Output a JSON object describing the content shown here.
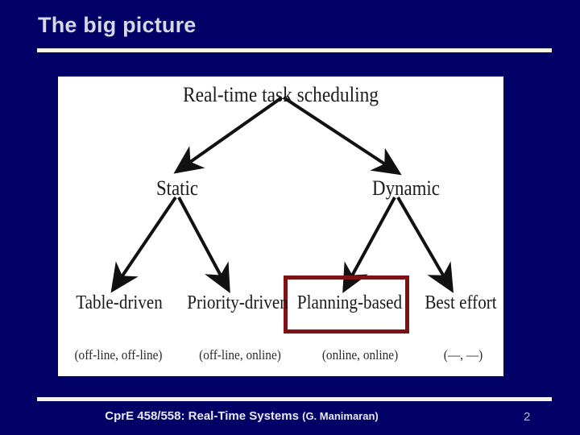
{
  "slide": {
    "title": "The big picture",
    "background_color": "#000066",
    "rule_color": "#f7f4e2",
    "title_color": "#d7d7e8"
  },
  "diagram": {
    "panel_background": "#ffffff",
    "highlight_color": "#7d1114",
    "root": {
      "label": "Real-time task scheduling"
    },
    "level1": [
      {
        "label": "Static"
      },
      {
        "label": "Dynamic"
      }
    ],
    "leaves": [
      {
        "label": "Table-driven",
        "note": "(off-line, off-line)",
        "highlighted": false
      },
      {
        "label": "Priority-driven",
        "note": "(off-line, online)",
        "highlighted": false
      },
      {
        "label": "Planning-based",
        "note": "(online, online)",
        "highlighted": true
      },
      {
        "label": "Best effort",
        "note": "(—, —)",
        "highlighted": false
      }
    ]
  },
  "footer": {
    "course": "CprE 458/558: Real-Time Systems",
    "author": "(G. Manimaran)",
    "page_number": "2"
  }
}
